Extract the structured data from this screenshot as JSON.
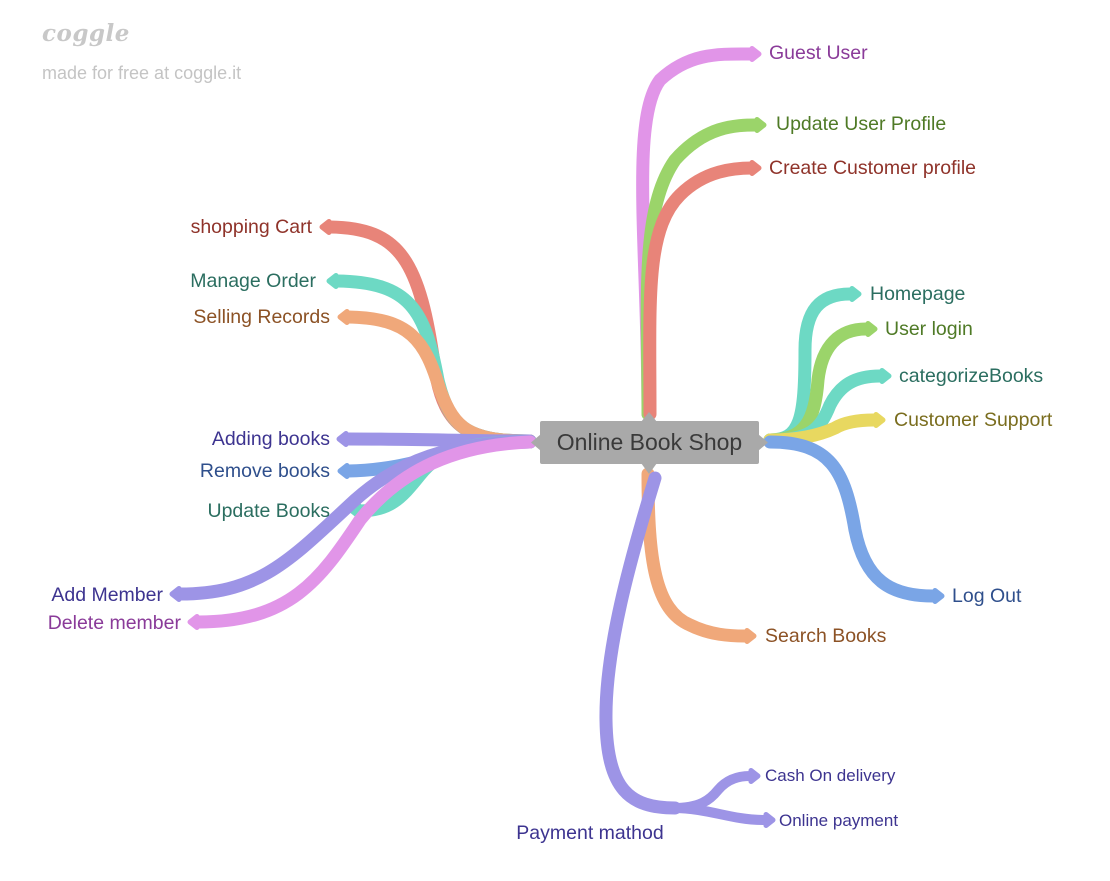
{
  "brand": {
    "logo_text": "coggle",
    "tagline": "made for free at coggle.it"
  },
  "center": {
    "label": "Online Book Shop"
  },
  "branches": [
    {
      "id": "guest-user",
      "label": "Guest User",
      "color": "#e195e8",
      "text_color": "#8a3b99"
    },
    {
      "id": "update-user-profile",
      "label": "Update User Profile",
      "color": "#9bd46a",
      "text_color": "#4f7a26"
    },
    {
      "id": "create-customer-profile",
      "label": "Create Customer profile",
      "color": "#e88479",
      "text_color": "#8f332a"
    },
    {
      "id": "shopping-cart",
      "label": "shopping Cart",
      "color": "#e88479",
      "text_color": "#8f332a"
    },
    {
      "id": "manage-order",
      "label": "Manage Order",
      "color": "#6dd9c4",
      "text_color": "#2b6e60"
    },
    {
      "id": "selling-records",
      "label": "Selling Records",
      "color": "#f0a87a",
      "text_color": "#8c5225"
    },
    {
      "id": "adding-books",
      "label": "Adding books",
      "color": "#9d94e6",
      "text_color": "#3d3490"
    },
    {
      "id": "remove-books",
      "label": "Remove books",
      "color": "#7aa5e6",
      "text_color": "#2f4f8c"
    },
    {
      "id": "update-books",
      "label": "Update Books",
      "color": "#6dd9c4",
      "text_color": "#2b6e60"
    },
    {
      "id": "add-member",
      "label": "Add Member",
      "color": "#9d94e6",
      "text_color": "#3d3490"
    },
    {
      "id": "delete-member",
      "label": "Delete member",
      "color": "#e195e8",
      "text_color": "#8a3b99"
    },
    {
      "id": "homepage",
      "label": "Homepage",
      "color": "#6dd9c4",
      "text_color": "#2b6e60"
    },
    {
      "id": "user-login",
      "label": "User login",
      "color": "#9bd46a",
      "text_color": "#4f7a26"
    },
    {
      "id": "categorize-books",
      "label": "categorizeBooks",
      "color": "#6dd9c4",
      "text_color": "#2b6e60"
    },
    {
      "id": "customer-support",
      "label": "Customer Support",
      "color": "#e8d860",
      "text_color": "#7a6d1e"
    },
    {
      "id": "log-out",
      "label": "Log Out",
      "color": "#7aa5e6",
      "text_color": "#2f4f8c"
    },
    {
      "id": "search-books",
      "label": "Search Books",
      "color": "#f0a87a",
      "text_color": "#8c5225"
    },
    {
      "id": "payment-method",
      "label": "Payment mathod",
      "color": "#9d94e6",
      "text_color": "#3d3490"
    }
  ],
  "sub_branches": [
    {
      "id": "cash-on-delivery",
      "label": "Cash On delivery",
      "color": "#9d94e6",
      "text_color": "#3d3490"
    },
    {
      "id": "online-payment",
      "label": "Online payment",
      "color": "#9d94e6",
      "text_color": "#3d3490"
    }
  ]
}
